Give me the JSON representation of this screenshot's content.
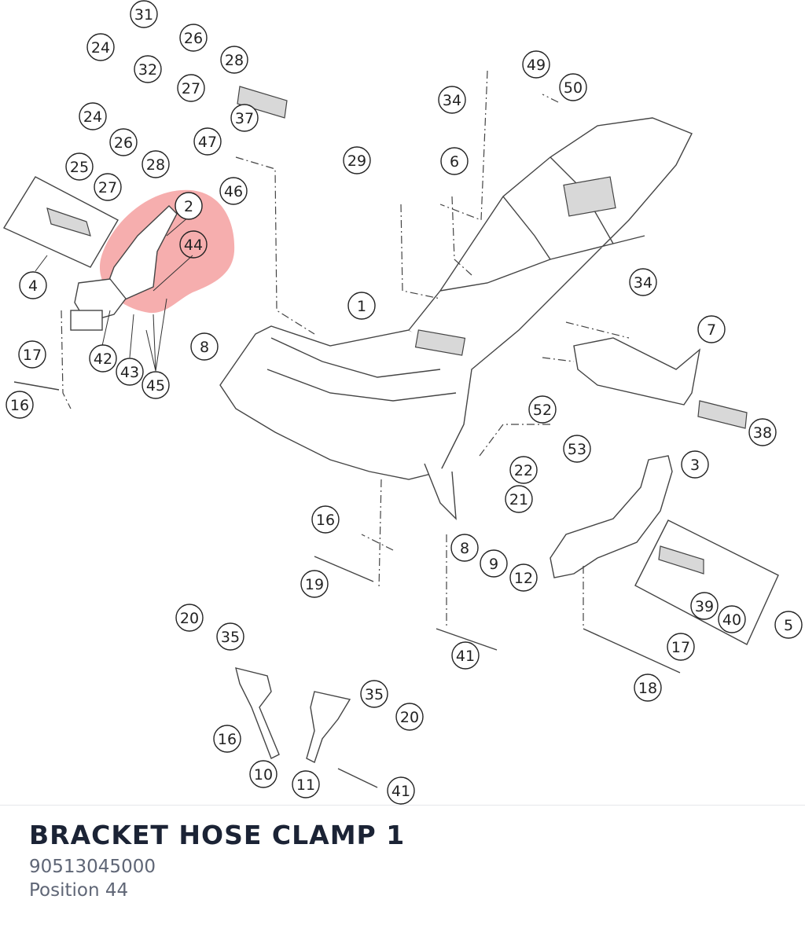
{
  "part": {
    "title": "BRACKET HOSE CLAMP 1",
    "number": "90513045000",
    "position": "Position 44"
  },
  "diagram": {
    "highlight_color": "#f4a0a0",
    "highlighted_callout": "44",
    "callouts": [
      {
        "id": "c31",
        "label": "31"
      },
      {
        "id": "c24a",
        "label": "24"
      },
      {
        "id": "c26a",
        "label": "26"
      },
      {
        "id": "c32",
        "label": "32"
      },
      {
        "id": "c28a",
        "label": "28"
      },
      {
        "id": "c27a",
        "label": "27"
      },
      {
        "id": "c37",
        "label": "37"
      },
      {
        "id": "c24b",
        "label": "24"
      },
      {
        "id": "c26b",
        "label": "26"
      },
      {
        "id": "c47",
        "label": "47"
      },
      {
        "id": "c25",
        "label": "25"
      },
      {
        "id": "c28b",
        "label": "28"
      },
      {
        "id": "c27b",
        "label": "27"
      },
      {
        "id": "c46",
        "label": "46"
      },
      {
        "id": "c2",
        "label": "2"
      },
      {
        "id": "c44",
        "label": "44"
      },
      {
        "id": "c4",
        "label": "4"
      },
      {
        "id": "c17a",
        "label": "17"
      },
      {
        "id": "c42",
        "label": "42"
      },
      {
        "id": "c43",
        "label": "43"
      },
      {
        "id": "c45",
        "label": "45"
      },
      {
        "id": "c8a",
        "label": "8"
      },
      {
        "id": "c16a",
        "label": "16"
      },
      {
        "id": "c49",
        "label": "49"
      },
      {
        "id": "c50",
        "label": "50"
      },
      {
        "id": "c34a",
        "label": "34"
      },
      {
        "id": "c29",
        "label": "29"
      },
      {
        "id": "c6",
        "label": "6"
      },
      {
        "id": "c1",
        "label": "1"
      },
      {
        "id": "c34b",
        "label": "34"
      },
      {
        "id": "c7",
        "label": "7"
      },
      {
        "id": "c38",
        "label": "38"
      },
      {
        "id": "c52",
        "label": "52"
      },
      {
        "id": "c53",
        "label": "53"
      },
      {
        "id": "c22",
        "label": "22"
      },
      {
        "id": "c21",
        "label": "21"
      },
      {
        "id": "c3",
        "label": "3"
      },
      {
        "id": "c16b",
        "label": "16"
      },
      {
        "id": "c8b",
        "label": "8"
      },
      {
        "id": "c9",
        "label": "9"
      },
      {
        "id": "c12",
        "label": "12"
      },
      {
        "id": "c19",
        "label": "19"
      },
      {
        "id": "c39",
        "label": "39"
      },
      {
        "id": "c40",
        "label": "40"
      },
      {
        "id": "c5",
        "label": "5"
      },
      {
        "id": "c20a",
        "label": "20"
      },
      {
        "id": "c35a",
        "label": "35"
      },
      {
        "id": "c41a",
        "label": "41"
      },
      {
        "id": "c17b",
        "label": "17"
      },
      {
        "id": "c18",
        "label": "18"
      },
      {
        "id": "c35b",
        "label": "35"
      },
      {
        "id": "c20b",
        "label": "20"
      },
      {
        "id": "c16c",
        "label": "16"
      },
      {
        "id": "c10",
        "label": "10"
      },
      {
        "id": "c11",
        "label": "11"
      },
      {
        "id": "c41b",
        "label": "41"
      }
    ]
  }
}
